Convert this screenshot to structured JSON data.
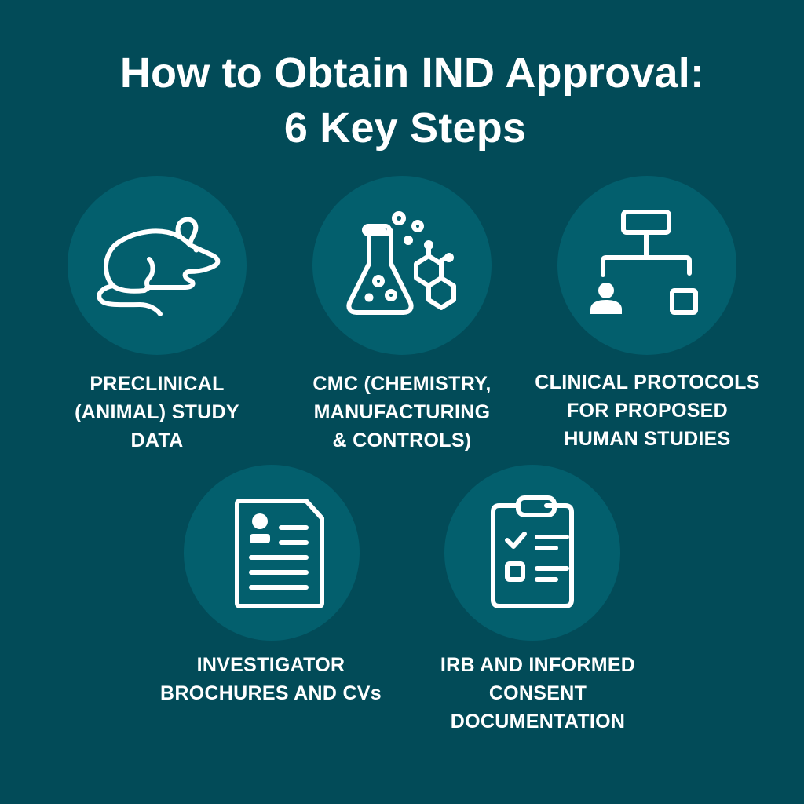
{
  "page": {
    "title_lines": [
      "How to Obtain IND Approval:",
      "6 Key Steps"
    ]
  },
  "colors": {
    "background": "#024b58",
    "circle_fill": "#035f6d",
    "icon_stroke": "#ffffff",
    "text": "#ffffff"
  },
  "steps": [
    {
      "icon": "mouse-icon",
      "label_lines": [
        "PRECLINICAL",
        "(ANIMAL) STUDY",
        "DATA"
      ]
    },
    {
      "icon": "flask-molecule-icon",
      "label_lines": [
        "CMC (CHEMISTRY,",
        "MANUFACTURING",
        "& CONTROLS)"
      ]
    },
    {
      "icon": "protocol-flowchart-icon",
      "label_lines": [
        "CLINICAL PROTOCOLS",
        "FOR PROPOSED",
        "HUMAN STUDIES"
      ]
    },
    {
      "icon": "resume-document-icon",
      "label_lines": [
        "INVESTIGATOR",
        "BROCHURES AND CVs"
      ]
    },
    {
      "icon": "checklist-clipboard-icon",
      "label_lines": [
        "IRB AND INFORMED",
        "CONSENT",
        "DOCUMENTATION"
      ]
    }
  ]
}
